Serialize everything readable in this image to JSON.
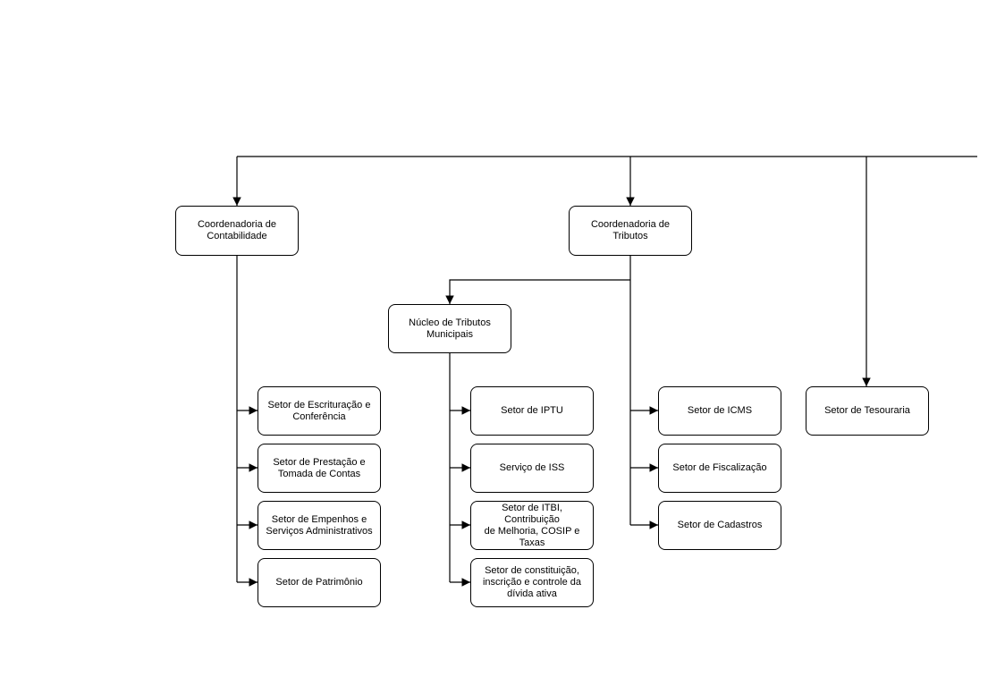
{
  "diagram": {
    "nodes": {
      "coord_contabilidade": "Coordenadoria de\nContabilidade",
      "coord_tributos": "Coordenadoria de\nTributos",
      "nucleo_tributos": "Núcleo de Tributos\nMunicipais",
      "setor_escrituracao": "Setor de Escrituração e\nConferência",
      "setor_prestacao": "Setor de Prestação e\nTomada de Contas",
      "setor_empenhos": "Setor de Empenhos e\nServiços Administrativos",
      "setor_patrimonio": "Setor de Patrimônio",
      "setor_iptu": "Setor de IPTU",
      "servico_iss": "Serviço de ISS",
      "setor_itbi": "Setor de ITBI, Contribuição\nde Melhoria, COSIP e\nTaxas",
      "setor_divida": "Setor de constituição,\ninscrição e controle da\ndívida ativa",
      "setor_icms": "Setor de ICMS",
      "setor_fiscalizacao": "Setor de Fiscalização",
      "setor_cadastros": "Setor de Cadastros",
      "setor_tesouraria": "Setor de Tesouraria"
    },
    "colors": {
      "line": "#000000",
      "box_border": "#000000",
      "background": "#ffffff"
    }
  }
}
